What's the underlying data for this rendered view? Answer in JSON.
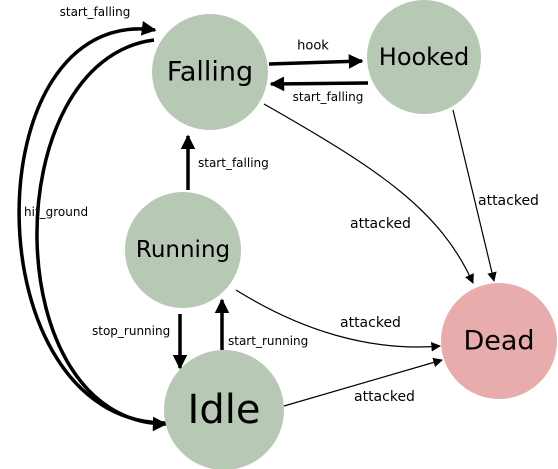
{
  "colors": {
    "state_fill": "#b7c8b5",
    "terminal_fill": "#e8acac",
    "edge": "#000000"
  },
  "states": [
    {
      "id": "falling",
      "label": "Falling",
      "kind": "normal"
    },
    {
      "id": "hooked",
      "label": "Hooked",
      "kind": "normal"
    },
    {
      "id": "running",
      "label": "Running",
      "kind": "normal"
    },
    {
      "id": "idle",
      "label": "Idle",
      "kind": "normal"
    },
    {
      "id": "dead",
      "label": "Dead",
      "kind": "terminal"
    }
  ],
  "transitions": [
    {
      "id": "idle-to-falling",
      "from": "idle",
      "to": "falling",
      "label": "start_falling"
    },
    {
      "id": "falling-to-idle",
      "from": "falling",
      "to": "idle",
      "label": "hit_ground"
    },
    {
      "id": "falling-to-hooked",
      "from": "falling",
      "to": "hooked",
      "label": "hook"
    },
    {
      "id": "hooked-to-falling",
      "from": "hooked",
      "to": "falling",
      "label": "start_falling"
    },
    {
      "id": "running-to-falling",
      "from": "running",
      "to": "falling",
      "label": "start_falling"
    },
    {
      "id": "running-to-idle",
      "from": "running",
      "to": "idle",
      "label": "stop_running"
    },
    {
      "id": "idle-to-running",
      "from": "idle",
      "to": "running",
      "label": "start_running"
    },
    {
      "id": "falling-to-dead",
      "from": "falling",
      "to": "dead",
      "label": "attacked"
    },
    {
      "id": "hooked-to-dead",
      "from": "hooked",
      "to": "dead",
      "label": "attacked"
    },
    {
      "id": "running-to-dead",
      "from": "running",
      "to": "dead",
      "label": "attacked"
    },
    {
      "id": "idle-to-dead",
      "from": "idle",
      "to": "dead",
      "label": "attacked"
    }
  ]
}
